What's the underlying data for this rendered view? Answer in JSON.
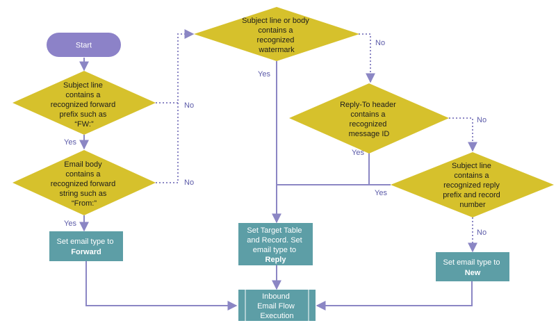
{
  "colors": {
    "start_fill": "#8c82c8",
    "decision_fill": "#d6c12c",
    "process_fill": "#5d9ea6",
    "edge": "#8b86c4",
    "label": "#5b5aa8"
  },
  "nodes": {
    "start": {
      "label": "Start"
    },
    "d_forward_prefix": {
      "lines": [
        "Subject line",
        "contains a",
        "recognized forward",
        "prefix such as",
        "“FW:”"
      ]
    },
    "d_forward_string": {
      "lines": [
        "Email body",
        "contains a",
        "recognized forward",
        "string such as",
        "“From:”"
      ]
    },
    "d_watermark": {
      "lines": [
        "Subject line or body",
        "contains a",
        "recognized",
        "watermark"
      ]
    },
    "d_reply_to": {
      "lines": [
        "Reply-To header",
        "contains a",
        "recognized",
        "message ID"
      ]
    },
    "d_reply_prefix": {
      "lines": [
        "Subject line",
        "contains a",
        "recognized reply",
        "prefix and record",
        "number"
      ]
    },
    "p_forward": {
      "line1": "Set email type to",
      "bold": "Forward"
    },
    "p_reply": {
      "lines": [
        "Set Target Table",
        "and Record. Set",
        "email type to"
      ],
      "bold": "Reply"
    },
    "p_new": {
      "line1": "Set email type to",
      "bold": "New"
    },
    "p_inbound": {
      "lines": [
        "Inbound",
        "Email Flow",
        "Execution"
      ]
    }
  },
  "edge_labels": {
    "yes_1": "Yes",
    "yes_2": "Yes",
    "no_1": "No",
    "no_2": "No",
    "yes_watermark": "Yes",
    "no_watermark": "No",
    "yes_reply_to": "Yes",
    "no_reply_to": "No",
    "yes_reply_prefix": "Yes",
    "no_reply_prefix": "No"
  }
}
